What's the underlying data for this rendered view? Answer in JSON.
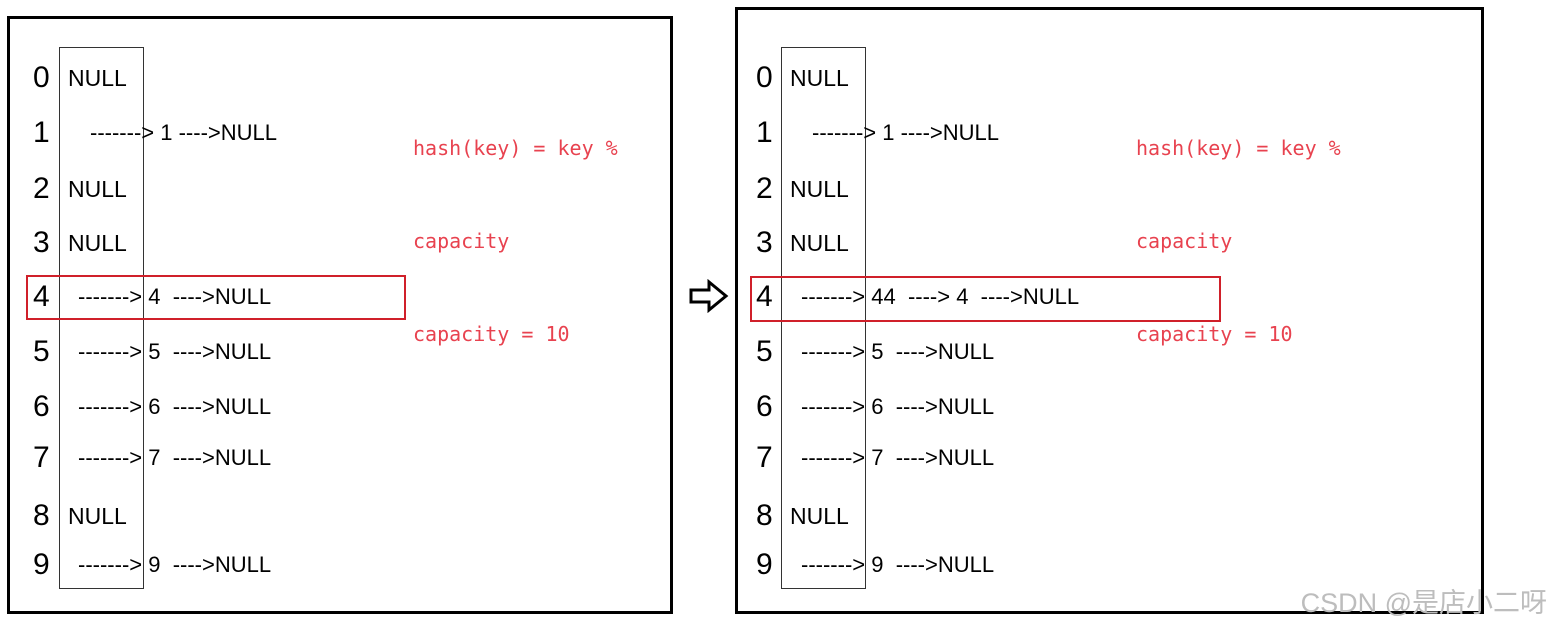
{
  "left": {
    "formula": [
      "hash(key) = key %",
      "capacity",
      "capacity = 10"
    ],
    "rows": [
      {
        "index": "0",
        "null_cell": "NULL",
        "chain": ""
      },
      {
        "index": "1",
        "null_cell": "",
        "chain": "-------> 1 ---->NULL"
      },
      {
        "index": "2",
        "null_cell": "NULL",
        "chain": ""
      },
      {
        "index": "3",
        "null_cell": "NULL",
        "chain": ""
      },
      {
        "index": "4",
        "null_cell": "",
        "chain": "-------> 4  ---->NULL"
      },
      {
        "index": "5",
        "null_cell": "",
        "chain": "-------> 5  ---->NULL"
      },
      {
        "index": "6",
        "null_cell": "",
        "chain": "-------> 6  ---->NULL"
      },
      {
        "index": "7",
        "null_cell": "",
        "chain": "-------> 7  ---->NULL"
      },
      {
        "index": "8",
        "null_cell": "NULL",
        "chain": ""
      },
      {
        "index": "9",
        "null_cell": "",
        "chain": "-------> 9  ---->NULL"
      }
    ]
  },
  "right": {
    "formula": [
      "hash(key) = key %",
      "capacity",
      "capacity = 10"
    ],
    "rows": [
      {
        "index": "0",
        "null_cell": "NULL",
        "chain": ""
      },
      {
        "index": "1",
        "null_cell": "",
        "chain": "-------> 1 ---->NULL"
      },
      {
        "index": "2",
        "null_cell": "NULL",
        "chain": ""
      },
      {
        "index": "3",
        "null_cell": "NULL",
        "chain": ""
      },
      {
        "index": "4",
        "null_cell": "",
        "chain": "-------> 44  ----> 4  ---->NULL"
      },
      {
        "index": "5",
        "null_cell": "",
        "chain": "-------> 5  ---->NULL"
      },
      {
        "index": "6",
        "null_cell": "",
        "chain": "-------> 6  ---->NULL"
      },
      {
        "index": "7",
        "null_cell": "",
        "chain": "-------> 7  ---->NULL"
      },
      {
        "index": "8",
        "null_cell": "NULL",
        "chain": ""
      },
      {
        "index": "9",
        "null_cell": "",
        "chain": "-------> 9  ---->NULL"
      }
    ]
  },
  "highlight_color": "#d0202a",
  "formula_color": "#e8424f",
  "transition_icon": "right-arrow-icon",
  "watermark": "CSDN @是店小二呀"
}
